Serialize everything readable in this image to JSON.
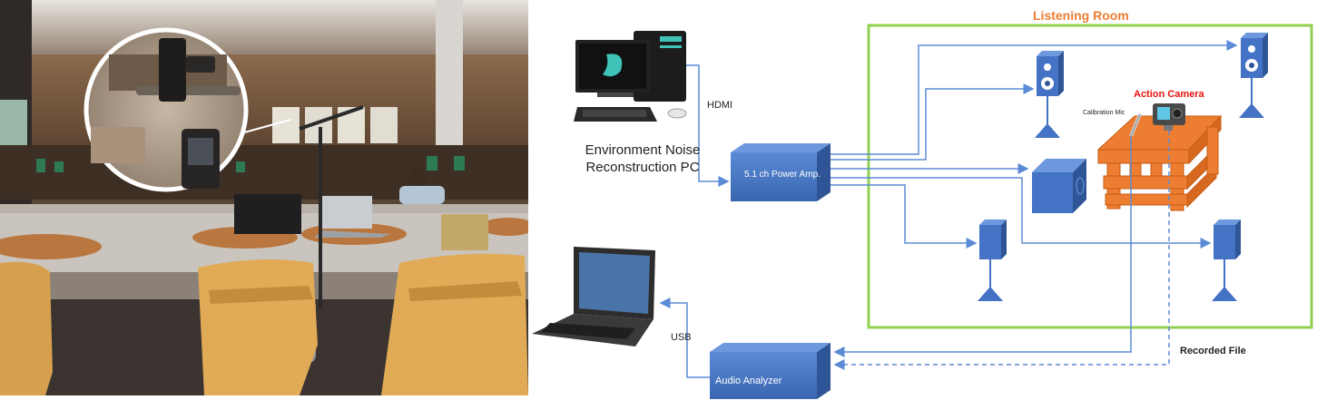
{
  "photo": {
    "alt": "Café environment with recording setup"
  },
  "diagram": {
    "pc_label": "Environment Noise Reconstruction PC",
    "hdmi_label": "HDMI",
    "usb_label": "USB",
    "room_title": "Listening Room",
    "amp_label": "5.1 ch Power Amp.",
    "analyzer_label": "Audio Analyzer",
    "action_camera_label": "Action Camera",
    "calibration_mic_label": "Calibration Mic",
    "recorded_file_label": "Recorded File"
  },
  "colors": {
    "room_border": "#92d050",
    "device_blue": "#4472c4",
    "arrow_blue": "#5b8bd6",
    "table_orange": "#ed7d31",
    "room_title": "#ed7d31",
    "action_camera": "#e8140c"
  }
}
